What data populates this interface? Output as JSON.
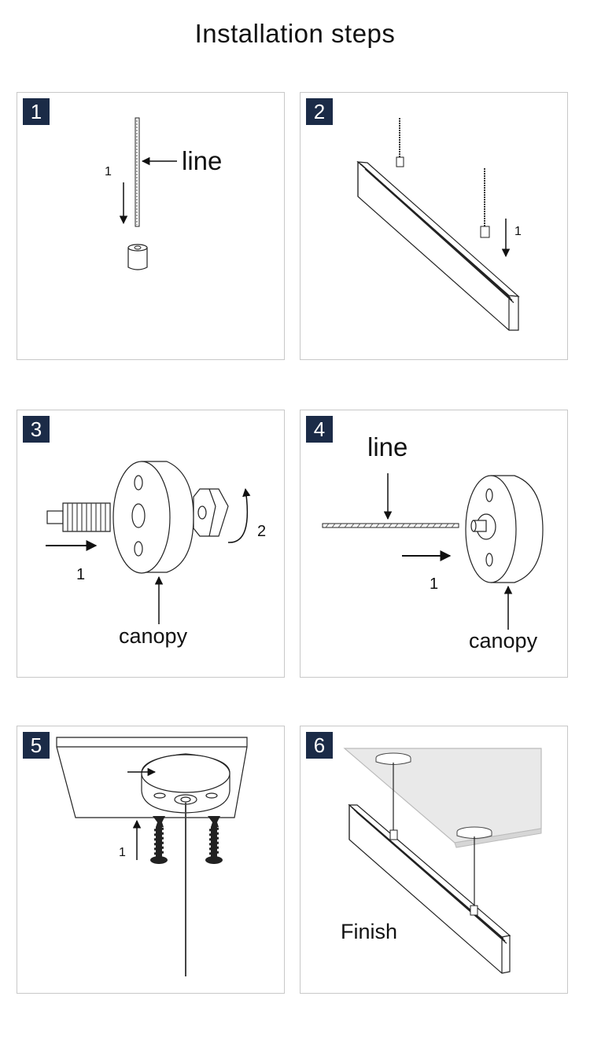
{
  "title": "Installation steps",
  "steps": [
    {
      "number": "1",
      "labels": {
        "line": "line",
        "arrow": "1"
      }
    },
    {
      "number": "2",
      "labels": {
        "arrow": "1"
      }
    },
    {
      "number": "3",
      "labels": {
        "push": "1",
        "turn": "2",
        "canopy": "canopy"
      }
    },
    {
      "number": "4",
      "labels": {
        "line": "line",
        "push": "1",
        "canopy": "canopy"
      }
    },
    {
      "number": "5",
      "labels": {
        "push": "1"
      }
    },
    {
      "number": "6",
      "labels": {
        "finish": "Finish"
      }
    }
  ]
}
